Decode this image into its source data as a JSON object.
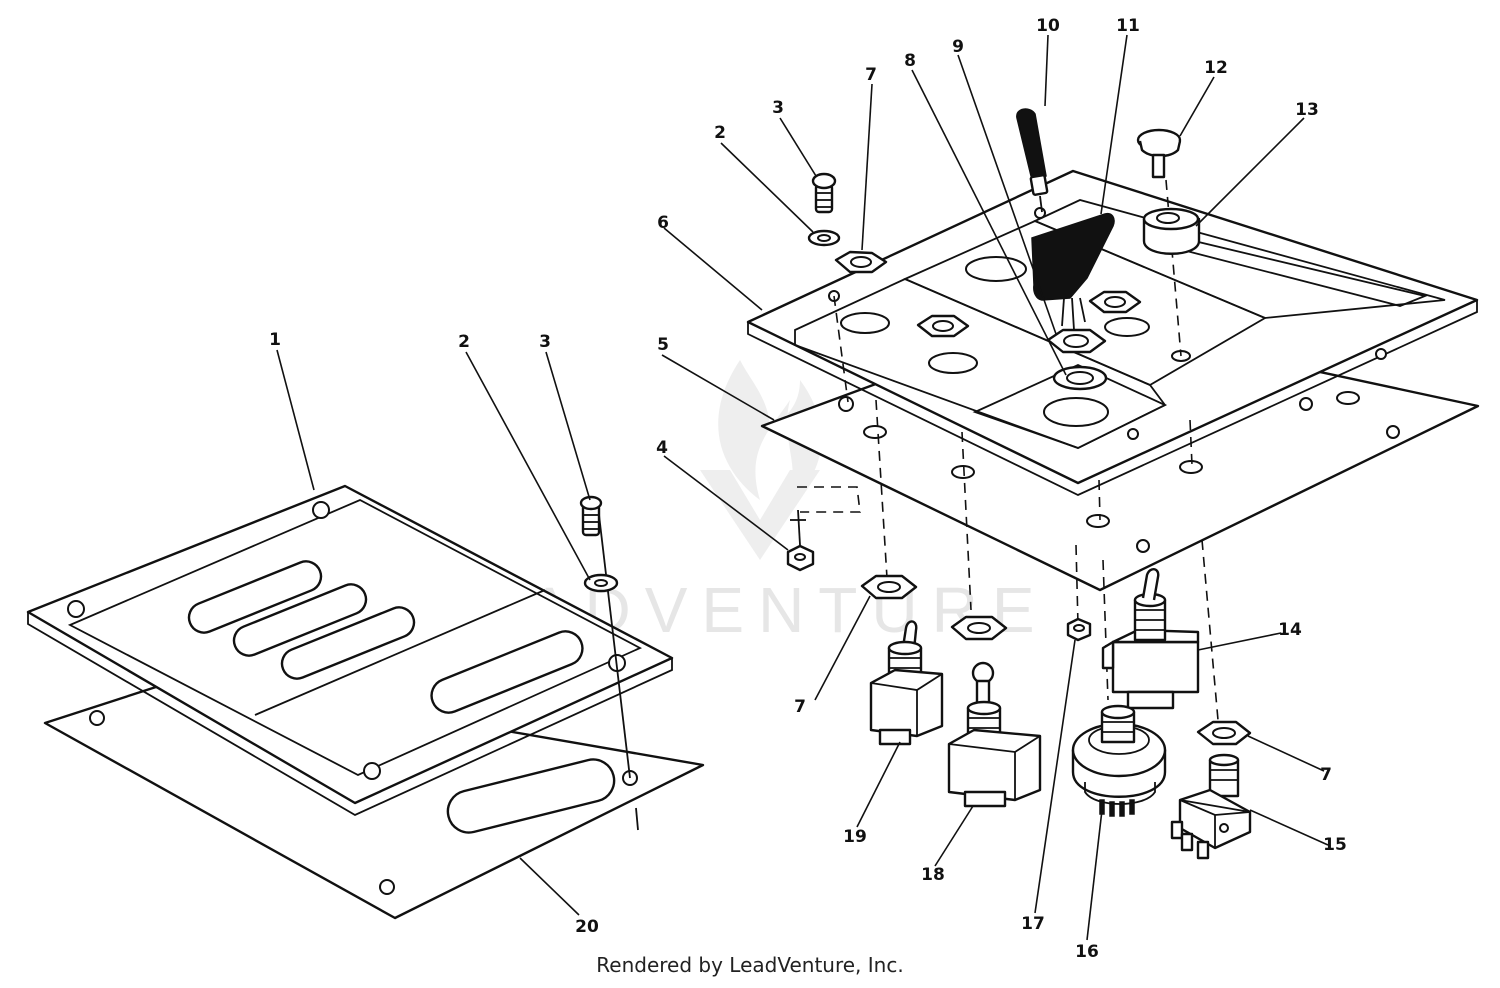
{
  "watermark": "LEADVENTURE",
  "footer": "Rendered by LeadVenture, Inc.",
  "callouts": [
    {
      "id": "c1",
      "text": "1"
    },
    {
      "id": "c2a",
      "text": "2"
    },
    {
      "id": "c3a",
      "text": "3"
    },
    {
      "id": "c2b",
      "text": "2"
    },
    {
      "id": "c3b",
      "text": "3"
    },
    {
      "id": "c4",
      "text": "4"
    },
    {
      "id": "c5",
      "text": "5"
    },
    {
      "id": "c6",
      "text": "6"
    },
    {
      "id": "c7a",
      "text": "7"
    },
    {
      "id": "c8",
      "text": "8"
    },
    {
      "id": "c9",
      "text": "9"
    },
    {
      "id": "c10",
      "text": "10"
    },
    {
      "id": "c11",
      "text": "11"
    },
    {
      "id": "c12",
      "text": "12"
    },
    {
      "id": "c13",
      "text": "13"
    },
    {
      "id": "c14",
      "text": "14"
    },
    {
      "id": "c7b",
      "text": "7"
    },
    {
      "id": "c15",
      "text": "15"
    },
    {
      "id": "c16",
      "text": "16"
    },
    {
      "id": "c17",
      "text": "17"
    },
    {
      "id": "c18",
      "text": "18"
    },
    {
      "id": "c7c",
      "text": "7"
    },
    {
      "id": "c19",
      "text": "19"
    },
    {
      "id": "c20",
      "text": "20"
    }
  ]
}
